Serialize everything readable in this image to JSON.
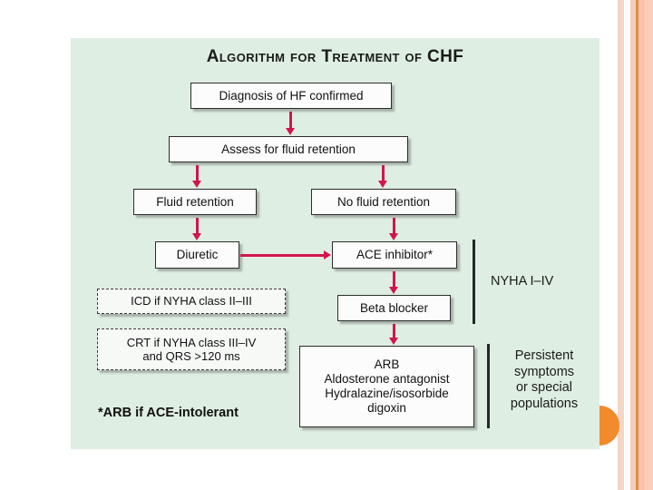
{
  "slide": {
    "panel_bg": "#dfeee2",
    "title": "Algorithm for Treatment of CHF",
    "arrow_color": "#d0154f",
    "box_border_color": "#2c2c2c",
    "box_fill": "#fbfcfb"
  },
  "flowchart": {
    "nodes": [
      {
        "id": "diagnosis",
        "label": "Diagnosis of HF confirmed",
        "style": "solid"
      },
      {
        "id": "assess",
        "label": "Assess for fluid retention",
        "style": "solid"
      },
      {
        "id": "fluid",
        "label": "Fluid retention",
        "style": "solid"
      },
      {
        "id": "nofluid",
        "label": "No fluid retention",
        "style": "solid"
      },
      {
        "id": "diuretic",
        "label": "Diuretic",
        "style": "solid"
      },
      {
        "id": "ace",
        "label": "ACE inhibitor*",
        "style": "solid"
      },
      {
        "id": "beta",
        "label": "Beta blocker",
        "style": "solid"
      },
      {
        "id": "arb",
        "label": "ARB\nAldosterone antagonist\nHydralazine/isosorbide\ndigoxin",
        "style": "solid"
      },
      {
        "id": "icd",
        "label": "ICD if NYHA class II–III",
        "style": "dashed"
      },
      {
        "id": "crt",
        "label": "CRT if NYHA class III–IV\nand QRS >120 ms",
        "style": "dashed"
      }
    ],
    "arb_lines": {
      "line1": "ARB",
      "line2": "Aldosterone antagonist",
      "line3": "Hydralazine/isosorbide",
      "line4": "digoxin"
    },
    "crt_lines": {
      "line1": "CRT if NYHA class III–IV",
      "line2": "and QRS >120 ms"
    }
  },
  "annotations": {
    "nyha_bracket_label": "NYHA I–IV",
    "persistent_bracket_label": "Persistent symptoms or special populations",
    "persistent_lines": {
      "line1": "Persistent",
      "line2": "symptoms",
      "line3": "or special",
      "line4": "populations"
    },
    "footnote": "*ARB if ACE-intolerant"
  },
  "decoration": {
    "stripe_colors": [
      "#f6d5c4",
      "#ffffff",
      "#f7cdb9",
      "#de8f4f",
      "#fbc3ad",
      "#fbcdbb"
    ],
    "half_disc_color": "#f28b2b"
  }
}
